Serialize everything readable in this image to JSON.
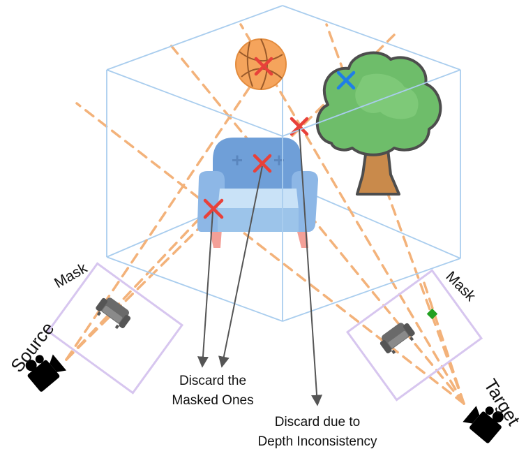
{
  "labels": {
    "mask_left": "Mask",
    "mask_right": "Mask",
    "source": "Source",
    "target": "Target",
    "discard_masked_line1": "Discard the",
    "discard_masked_line2": "Masked Ones",
    "discard_depth_line1": "Discard due to",
    "discard_depth_line2": "Depth Inconsistency"
  },
  "colors": {
    "cube": "#a9cdee",
    "ray": "#f3b27a",
    "cross_discarded": "#e8413a",
    "cross_kept": "#1f7fe8",
    "mask_frame": "#d7c6ef",
    "arrow": "#555555",
    "target_point": "#22a022",
    "camera": "#000000"
  },
  "icons": [
    "basketball-icon",
    "tree-icon",
    "armchair-icon",
    "camera-icon",
    "sofa-icon"
  ]
}
